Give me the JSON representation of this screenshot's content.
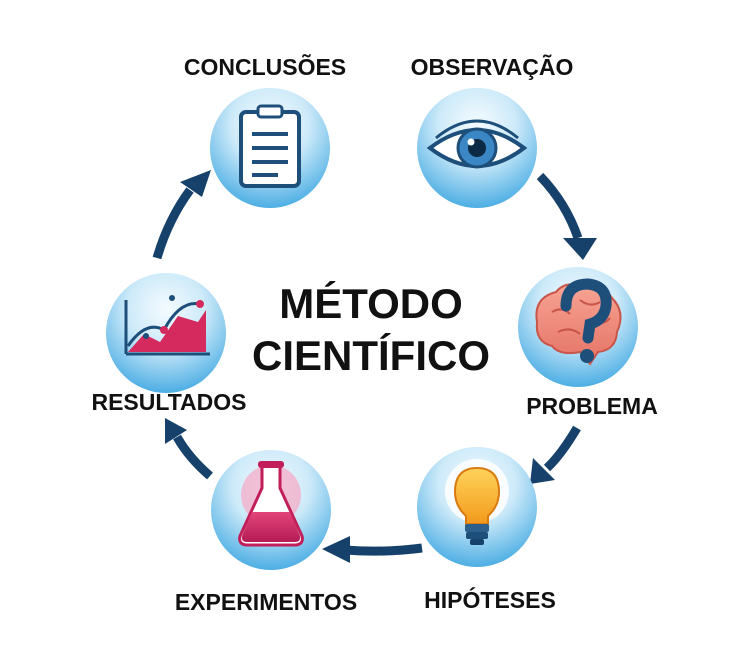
{
  "title": {
    "line1": "MÉTODO",
    "line2": "CIENTÍFICO"
  },
  "steps": [
    {
      "label": "OBSERVAÇÃO",
      "icon": "eye-icon"
    },
    {
      "label": "PROBLEMA",
      "icon": "brain-question-icon"
    },
    {
      "label": "HIPÓTESES",
      "icon": "lightbulb-icon"
    },
    {
      "label": "EXPERIMENTOS",
      "icon": "flask-icon"
    },
    {
      "label": "RESULTADOS",
      "icon": "line-chart-icon"
    },
    {
      "label": "CONCLUSÕES",
      "icon": "clipboard-icon"
    }
  ],
  "colors": {
    "arrow": "#16416b",
    "circle_light": "#eaf6fd",
    "circle_dark": "#4fb1e6",
    "icon_outline": "#1d4f7a"
  }
}
